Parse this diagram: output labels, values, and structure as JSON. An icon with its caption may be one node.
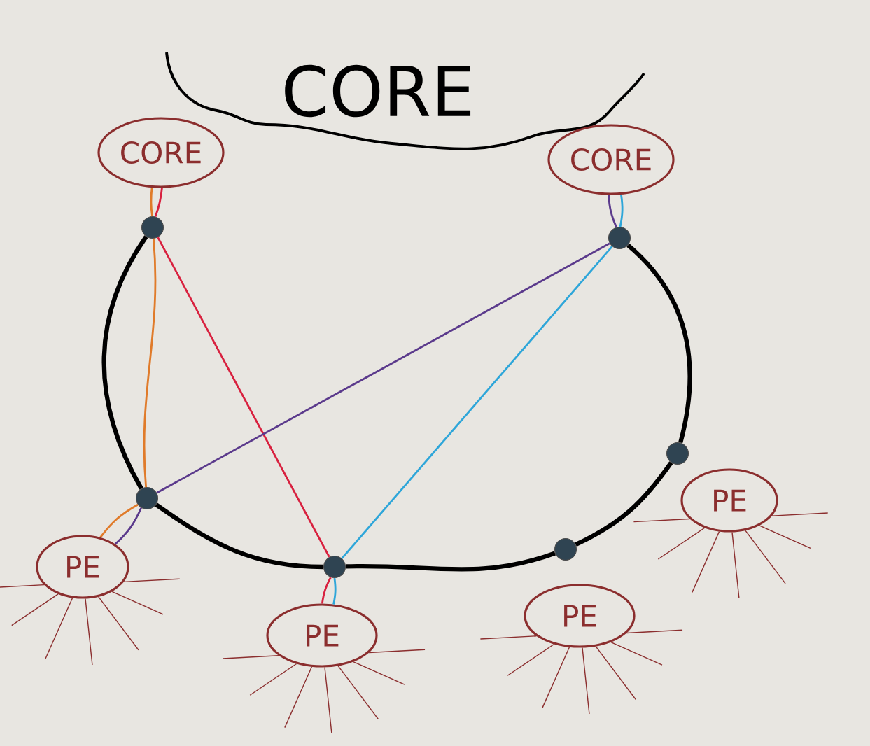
{
  "diagram": {
    "nodes": [
      {
        "text": [
          "CORE"
        ]
      },
      {
        "text": [
          "CORE"
        ]
      },
      {
        "text": [
          "CORE"
        ]
      },
      {
        "text": [],
        "shape": "circle"
      },
      {
        "text": [],
        "shape": "circle"
      },
      {
        "text": [],
        "shape": "circle"
      },
      {
        "text": [],
        "shape": "circle"
      },
      {
        "text": [],
        "shape": "circle"
      },
      {
        "text": [],
        "shape": "circle"
      },
      {
        "text": [
          "PE"
        ]
      },
      {
        "text": [
          "PE"
        ]
      },
      {
        "text": [
          "PE"
        ]
      },
      {
        "text": [
          "PE"
        ]
      }
    ],
    "edges": [
      {
        "from": 1,
        "to": 3,
        "arrow": "none",
        "color": "#e07b2a"
      },
      {
        "from": 1,
        "to": 3,
        "arrow": "none",
        "color": "#d8213f"
      },
      {
        "from": 2,
        "to": 4,
        "arrow": "none",
        "color": "#5b3a8c"
      },
      {
        "from": 2,
        "to": 4,
        "arrow": "none",
        "color": "#2ea6d9"
      },
      {
        "from": 3,
        "to": 5,
        "arrow": "none",
        "color": "#e07b2a"
      },
      {
        "from": 3,
        "to": 6,
        "arrow": "none",
        "color": "#d8213f"
      },
      {
        "from": 4,
        "to": 5,
        "arrow": "none",
        "color": "#5b3a8c"
      },
      {
        "from": 4,
        "to": 6,
        "arrow": "none",
        "color": "#2ea6d9"
      },
      {
        "from": 5,
        "to": 9,
        "arrow": "none",
        "color": "#e07b2a"
      },
      {
        "from": 5,
        "to": 9,
        "arrow": "none",
        "color": "#5b3a8c"
      },
      {
        "from": 6,
        "to": 10,
        "arrow": "none",
        "color": "#d8213f"
      },
      {
        "from": 6,
        "to": 10,
        "arrow": "none",
        "color": "#2ea6d9"
      },
      {
        "from": 3,
        "to": 5,
        "arrow": "none",
        "style": "thick",
        "color": "#000000"
      },
      {
        "from": 5,
        "to": 6,
        "arrow": "none",
        "style": "thick",
        "color": "#000000"
      },
      {
        "from": 6,
        "to": 7,
        "arrow": "none",
        "style": "thick",
        "color": "#000000"
      },
      {
        "from": 7,
        "to": 8,
        "arrow": "none",
        "style": "thick",
        "color": "#000000"
      },
      {
        "from": 8,
        "to": 4,
        "arrow": "none",
        "style": "thick",
        "color": "#000000"
      }
    ]
  }
}
